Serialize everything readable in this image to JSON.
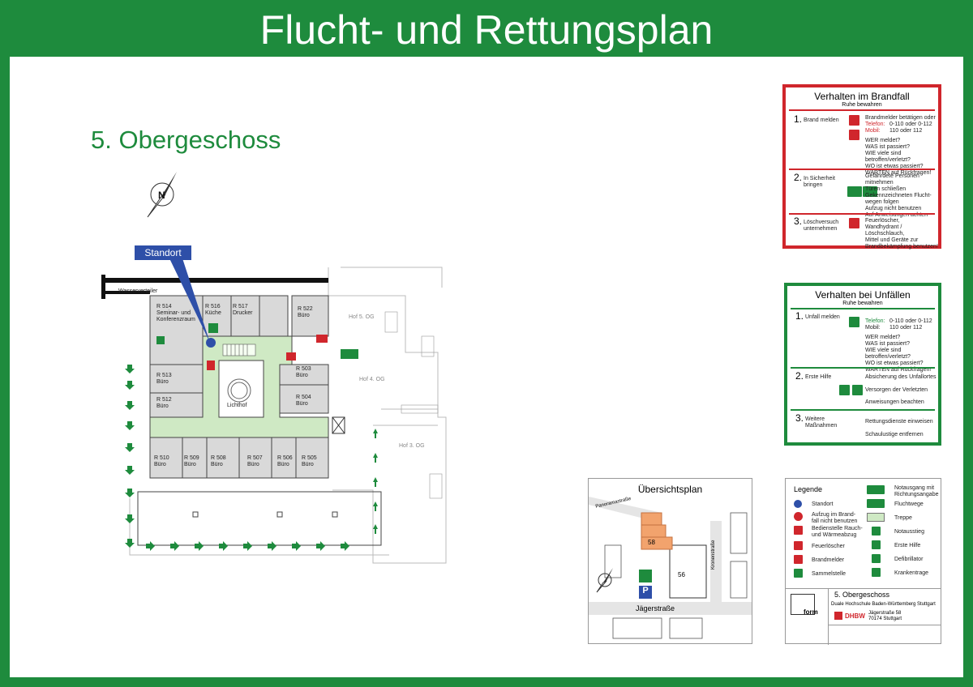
{
  "header": {
    "title": "Flucht- und Rettungsplan"
  },
  "floor": {
    "title": "5. Obergeschoss"
  },
  "standort_label": "Standort",
  "plan_labels": {
    "wasserverteiler": "Wasserverteiler",
    "r514": "R 514\nSeminar- und\nKonferenzraum",
    "r516": "R 516\nKüche",
    "r517": "R 517\nDrucker",
    "r522": "R 522\nBüro",
    "r513": "R 513\nBüro",
    "r512": "R 512\nBüro",
    "r503": "R 503\nBüro",
    "r504": "R 504\nBüro",
    "lichthof": "Lichthof",
    "r510": "R 510\nBüro",
    "r509": "R 509\nBüro",
    "r508": "R 508\nBüro",
    "r507": "R 507\nBüro",
    "r506": "R 506\nBüro",
    "r505": "R 505\nBüro",
    "hof5": "Hof 5. OG",
    "hof4": "Hof 4. OG",
    "hof3": "Hof 3. OG"
  },
  "brandfall": {
    "title": "Verhalten im Brandfall",
    "subtitle": "Ruhe bewahren",
    "step1_num": "1.",
    "step1_label": "Brand melden",
    "step1_text_a": "Brandmelder betätigen oder",
    "step1_tel": "Telefon:",
    "step1_tel_num": "0-110 oder 0-112",
    "step1_mob": "Mobil:",
    "step1_mob_num": "110 oder 112",
    "step1_text_b": "WER meldet?\nWAS ist passiert?\nWIE viele sind betroffen/verletzt?\nWO ist etwas passiert?\nWARTEN auf Rückfragen!",
    "step2_num": "2.",
    "step2_label": "In Sicherheit\nbringen",
    "step2_text": "Gefährdete Personen mitnehmen\nTüren schließen\nGekennzeichneten Flucht-\nwegen folgen\nAufzug nicht benutzen\nAuf Anweisungen achten",
    "step3_num": "3.",
    "step3_label": "Löschversuch\nunternehmen",
    "step3_text": "Feuerlöscher,\nWandhydrant / Löschschlauch,\nMittel und Geräte zur\nBrandbekämpfung benutzen!"
  },
  "unfaelle": {
    "title": "Verhalten bei Unfällen",
    "subtitle": "Ruhe bewahren",
    "step1_num": "1.",
    "step1_label": "Unfall melden",
    "step1_tel": "Telefon:",
    "step1_tel_num": "0-110 oder 0-112",
    "step1_mob": "Mobil:",
    "step1_mob_num": "110 oder 112",
    "step1_text_b": "WER meldet?\nWAS ist passiert?\nWIE viele sind betroffen/verletzt?\nWO ist etwas passiert?\nWARTEN auf Rückfragen!",
    "step2_num": "2.",
    "step2_label": "Erste Hilfe",
    "step2_a": "Absicherung des Unfallortes",
    "step2_b": "Versorgen der Verletzten",
    "step2_c": "Anweisungen beachten",
    "step3_num": "3.",
    "step3_label": "Weitere\nMaßnahmen",
    "step3_a": "Rettungsdienste einweisen",
    "step3_b": "Schaulustige entfernen"
  },
  "uebersicht": {
    "title": "Übersichtsplan",
    "street1": "Panoramastraße",
    "street2": "Jägerstraße",
    "street3": "Kronenstraße",
    "bld58": "58",
    "bld56": "56",
    "parking": "P"
  },
  "legende": {
    "title": "Legende",
    "items_left": [
      "Standort",
      "Aufzug im Brand-\nfall nicht benutzen",
      "Bedienstelle Rauch-\nund Wärmeabzug",
      "Feuerlöscher",
      "Brandmelder",
      "Sammelstelle"
    ],
    "items_right": [
      "Notausgang mit\nRichtungsangabe",
      "Fluchtwege",
      "Treppe",
      "Notausstieg",
      "Erste Hilfe",
      "Defibrillator",
      "Krankentrage"
    ],
    "tb_floor": "5. Obergeschoss",
    "tb_org": "Duale Hochschule Baden-Württemberg Stuttgart",
    "tb_logo": "DHBW",
    "tb_addr1": "Jägerstraße 58",
    "tb_addr2": "70174 Stuttgart",
    "tb_form": "form"
  },
  "colors": {
    "green": "#1e8b3d",
    "red": "#d0262c",
    "blue": "#2e4fa8",
    "room": "#d9d9d9",
    "corridor": "#cfe9c4",
    "building": "#f2a36d"
  }
}
